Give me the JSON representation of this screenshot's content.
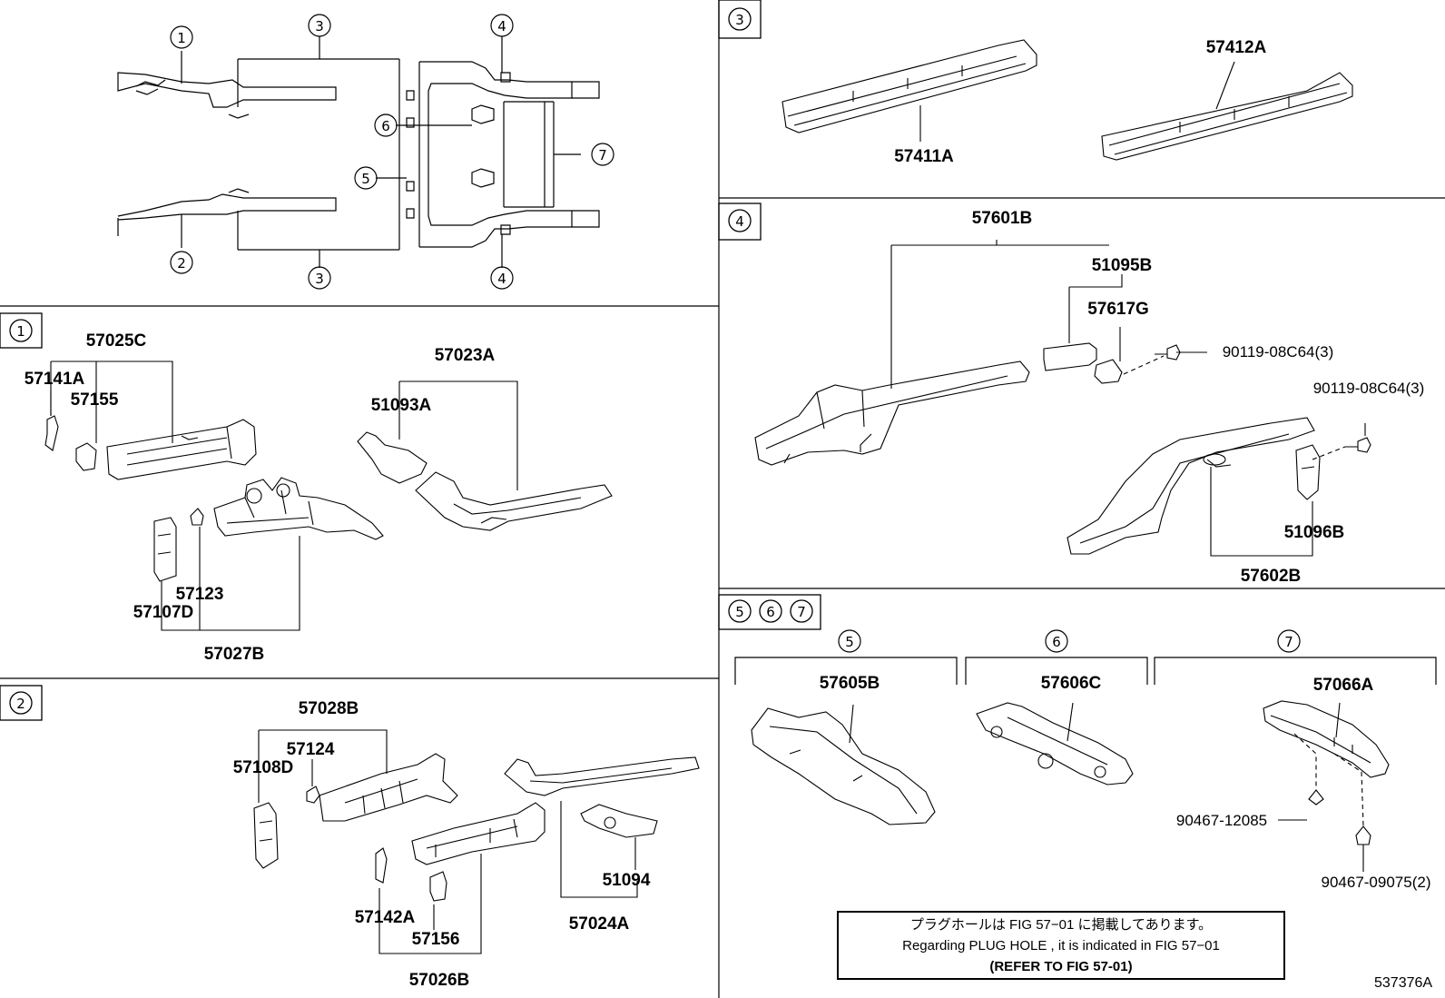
{
  "overview": {
    "callouts_top": [
      "①",
      "③",
      "④"
    ],
    "callouts_mid": [
      "⑥",
      "⑤",
      "⑦"
    ],
    "callouts_bottom": [
      "②",
      "③",
      "④"
    ]
  },
  "section1": {
    "tag": "①",
    "parts": {
      "p57025C": "57025C",
      "p57141A": "57141A",
      "p57155": "57155",
      "p57023A": "57023A",
      "p51093A": "51093A",
      "p57123": "57123",
      "p57107D": "57107D",
      "p57027B": "57027B"
    }
  },
  "section2": {
    "tag": "②",
    "parts": {
      "p57028B": "57028B",
      "p57124": "57124",
      "p57108D": "57108D",
      "p51094": "51094",
      "p57024A": "57024A",
      "p57142A": "57142A",
      "p57156": "57156",
      "p57026B": "57026B"
    }
  },
  "section3": {
    "tag": "③",
    "parts": {
      "p57412A": "57412A",
      "p57411A": "57411A"
    }
  },
  "section4": {
    "tag": "④",
    "parts": {
      "p57601B": "57601B",
      "p51095B": "51095B",
      "p57617G": "57617G",
      "bolt1": "90119-08C64(3)",
      "bolt2": "90119-08C64(3)",
      "p51096B": "51096B",
      "p57602B": "57602B"
    }
  },
  "section567": {
    "tag": "⑤⑥⑦",
    "sub5": "⑤",
    "sub6": "⑥",
    "sub7": "⑦",
    "parts": {
      "p57605B": "57605B",
      "p57606C": "57606C",
      "p57066A": "57066A",
      "clip1": "90467-12085",
      "clip2": "90467-09075(2)"
    }
  },
  "note": {
    "line_jp": "プラグホールは FIG 57−01 に掲載してあります。",
    "line_en": "Regarding  PLUG  HOLE , it is indicated in FIG  57−01",
    "line_ref": "(REFER TO FIG 57-01)"
  },
  "catalog_number": "537376A"
}
